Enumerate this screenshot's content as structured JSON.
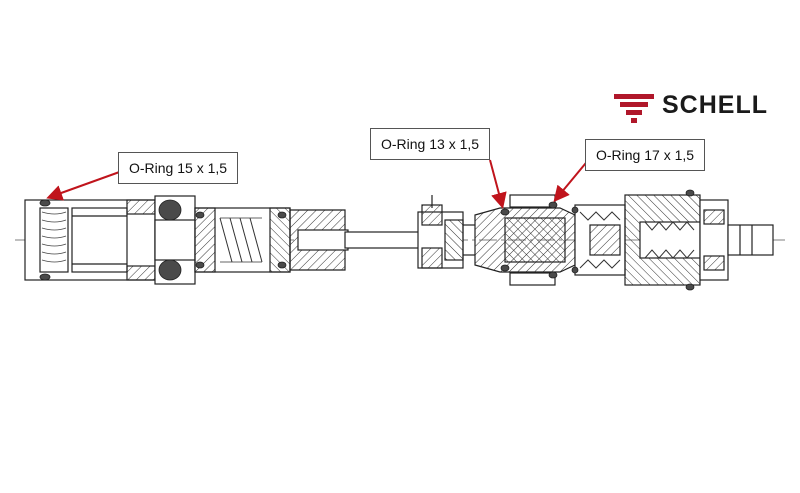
{
  "logo": {
    "text": "SCHELL",
    "icon": "schell-logo-icon",
    "color": "#b0172a",
    "text_color": "#1a1a1a"
  },
  "callouts": [
    {
      "label": "O-Ring 15 x 1,5"
    },
    {
      "label": "O-Ring 13 x 1,5"
    },
    {
      "label": "O-Ring 17 x 1,5"
    }
  ],
  "colors": {
    "arrow": "#c0141c",
    "line": "#222222",
    "hatch": "#333333",
    "oring_fill": "#4a4a4a"
  }
}
